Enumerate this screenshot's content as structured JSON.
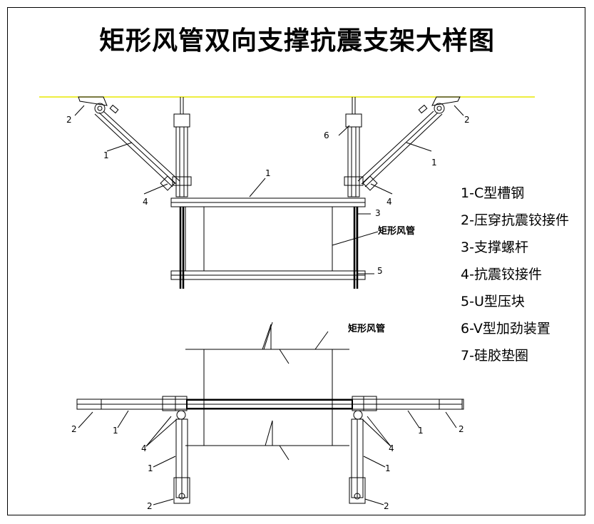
{
  "title": "矩形风管双向支撑抗震支架大样图",
  "duct_label_top": "矩形风管",
  "duct_label_bottom": "矩形风管",
  "legend": [
    "1-C型槽钢",
    "2-压穿抗震铰接件",
    "3-支撑螺杆",
    "4-抗震铰接件",
    "5-U型压块",
    "6-V型加劲装置",
    "7-硅胶垫圈"
  ],
  "callouts": {
    "n1": "1",
    "n2": "2",
    "n3": "3",
    "n4": "4",
    "n5": "5",
    "n6": "6"
  },
  "colors": {
    "ceiling_line": "#e8e800",
    "line": "#000000"
  }
}
